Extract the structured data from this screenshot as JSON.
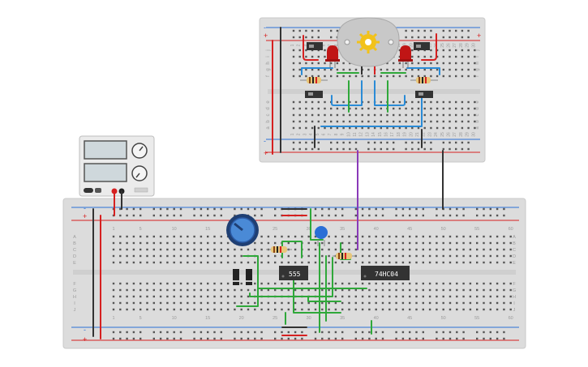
{
  "colors": {
    "board": "#dcdcdc",
    "board_edge": "#c9c9c9",
    "hole": "#4a4a4a",
    "rail_red": "#d62020",
    "rail_blue": "#2a6fd6",
    "wire_green": "#2fa83a",
    "wire_blue": "#2a8bd6",
    "wire_red": "#d62020",
    "wire_black": "#333333",
    "wire_purple": "#8a3ab9",
    "chip": "#333333",
    "motor": "#c7c7c7",
    "motor_rotor": "#f2c21a",
    "led": "#c01515",
    "pot": "#2a6bbf",
    "capacitor": "#2a6fd6",
    "supply": "#e8e8e8"
  },
  "top_board": {
    "column_numbers": [
      "1",
      "2",
      "3",
      "4",
      "5",
      "6",
      "7",
      "8",
      "9",
      "10",
      "11",
      "12",
      "13",
      "14",
      "15",
      "16",
      "17",
      "18",
      "19",
      "20",
      "21",
      "22",
      "23",
      "24",
      "25",
      "26",
      "27",
      "28",
      "29",
      "30"
    ],
    "row_letters_upper": [
      "j",
      "i",
      "h",
      "g",
      "f"
    ],
    "row_letters_lower": [
      "e",
      "d",
      "c",
      "b",
      "a"
    ],
    "rail_plus": "+",
    "rail_minus": "-",
    "motor_icon": "dc-motor-icon"
  },
  "main_board": {
    "column_labels": [
      "1",
      "5",
      "10",
      "15",
      "20",
      "25",
      "30",
      "35",
      "40",
      "45",
      "50",
      "55",
      "60"
    ],
    "row_letters_upper": [
      "A",
      "B",
      "C",
      "D",
      "E"
    ],
    "row_letters_lower": [
      "F",
      "G",
      "H",
      "I",
      "J"
    ],
    "rail_plus": "+",
    "rail_minus": "-"
  },
  "chips": {
    "timer_label": "555",
    "inverter_label": "74HC04"
  },
  "power_supply": {
    "icon": "power-supply-icon"
  }
}
